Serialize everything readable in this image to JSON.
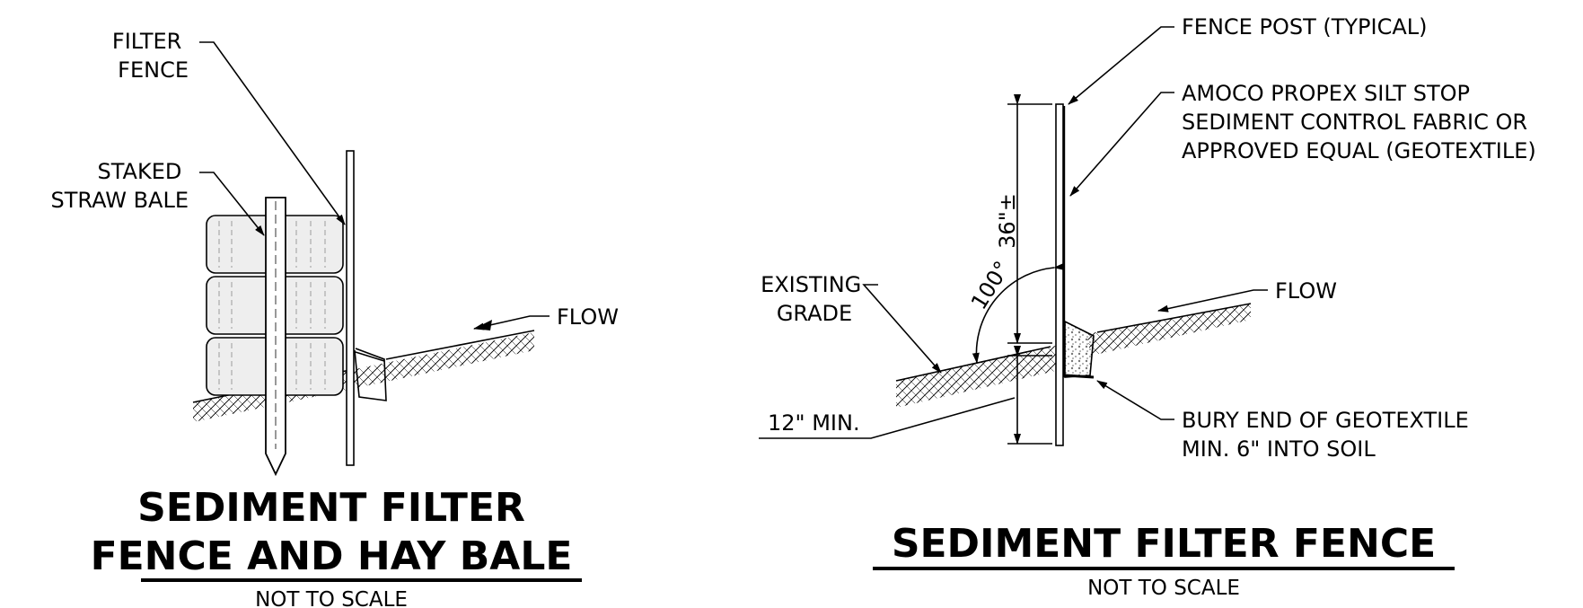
{
  "left_detail": {
    "labels": {
      "filter_fence": [
        "FILTER",
        "FENCE"
      ],
      "staked_straw_bale": [
        "STAKED",
        "STRAW BALE"
      ],
      "flow": "FLOW"
    },
    "title_line1": "SEDIMENT FILTER",
    "title_line2": "FENCE AND HAY BALE",
    "scale_note": "NOT TO SCALE"
  },
  "right_detail": {
    "labels": {
      "fence_post": "FENCE POST (TYPICAL)",
      "fabric": [
        "AMOCO PROPEX SILT STOP",
        "SEDIMENT CONTROL FABRIC OR",
        "APPROVED EQUAL (GEOTEXTILE)"
      ],
      "existing_grade": [
        "EXISTING",
        "GRADE"
      ],
      "flow": "FLOW",
      "bury_end": [
        "BURY END OF GEOTEXTILE",
        "MIN. 6\" INTO SOIL"
      ],
      "min_depth": "12\" MIN.",
      "height": "36\"±",
      "angle": "100°"
    },
    "title": "SEDIMENT FILTER FENCE",
    "scale_note": "NOT TO SCALE"
  }
}
